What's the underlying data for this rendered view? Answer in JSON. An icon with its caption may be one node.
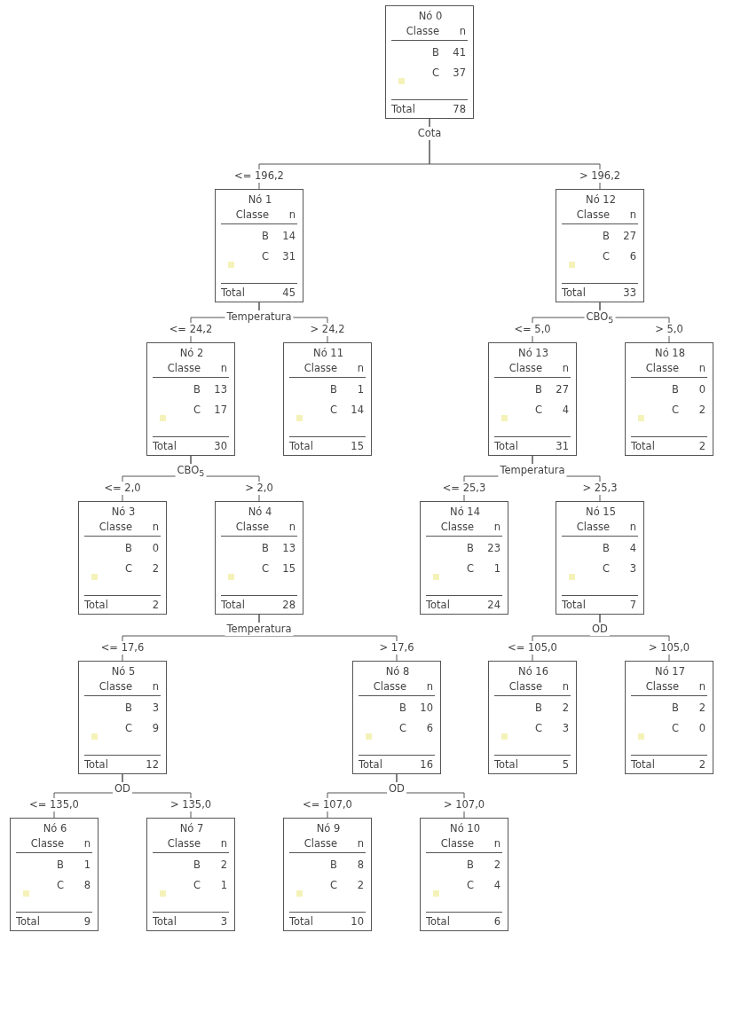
{
  "diagram": {
    "nodes": [
      {
        "text": [
          "Nó 0",
          "Classe",
          "n",
          "B",
          "41",
          "C",
          "37",
          "Total",
          "78"
        ],
        "beside": [
          "Cota"
        ]
      },
      {
        "text": [
          "Nó 1",
          "Classe",
          "n",
          "B",
          "14",
          "C",
          "31",
          "Total",
          "45"
        ],
        "beside": [
          "Temperatura"
        ]
      },
      {
        "text": [
          "Nó 2",
          "Classe",
          "n",
          "B",
          "13",
          "C",
          "17",
          "Total",
          "30"
        ],
        "beside": [
          "CBO$_{5}$"
        ]
      },
      {
        "text": [
          "Nó 3",
          "Classe",
          "n",
          "B",
          "0",
          "C",
          "2",
          "Total",
          "2"
        ]
      },
      {
        "text": [
          "Nó 4",
          "Classe",
          "n",
          "B",
          "13",
          "C",
          "15",
          "Total",
          "28"
        ],
        "beside": [
          "Temperatura"
        ]
      },
      {
        "text": [
          "Nó 5",
          "Classe",
          "n",
          "B",
          "3",
          "C",
          "9",
          "Total",
          "12"
        ],
        "beside": [
          "OD"
        ]
      },
      {
        "text": [
          "Nó 6",
          "Classe",
          "n",
          "B",
          "1",
          "C",
          "8",
          "Total",
          "9"
        ]
      },
      {
        "text": [
          "Nó 7",
          "Classe",
          "n",
          "B",
          "2",
          "C",
          "1",
          "Total",
          "3"
        ]
      },
      {
        "text": [
          "Nó 8",
          "Classe",
          "n",
          "B",
          "10",
          "C",
          "6",
          "Total",
          "16"
        ],
        "beside": [
          "OD"
        ]
      },
      {
        "text": [
          "Nó 9",
          "Classe",
          "n",
          "B",
          "8",
          "C",
          "2",
          "Total",
          "10"
        ]
      },
      {
        "text": [
          "Nó 10",
          "Classe",
          "n",
          "B",
          "2",
          "C",
          "4",
          "Total",
          "6"
        ]
      },
      {
        "text": [
          "Nó 11",
          "Classe",
          "n",
          "B",
          "1",
          "C",
          "14",
          "Total",
          "15"
        ]
      },
      {
        "text": [
          "Nó 12",
          "Classe",
          "n",
          "B",
          "27",
          "C",
          "6",
          "Total",
          "33"
        ],
        "beside": [
          "CBO$_{5}$"
        ]
      },
      {
        "text": [
          "Nó 13",
          "Classe",
          "n",
          "B",
          "27",
          "C",
          "4",
          "Total",
          "31"
        ],
        "beside": [
          "Temperatura"
        ]
      },
      {
        "text": [
          "Nó 14",
          "Classe",
          "n",
          "B",
          "23",
          "C",
          "1",
          "Total",
          "24"
        ]
      },
      {
        "text": [
          "Nó 15",
          "Classe",
          "n",
          "B",
          "4",
          "C",
          "3",
          "Total",
          "7"
        ],
        "beside": [
          "OD"
        ]
      },
      {
        "text": [
          "Nó 16",
          "Classe",
          "n",
          "B",
          "2",
          "C",
          "3",
          "Total",
          "5"
        ]
      },
      {
        "text": [
          "Nó 17",
          "Classe",
          "n",
          "B",
          "2",
          "C",
          "0",
          "Total",
          "2"
        ]
      },
      {
        "text": [
          "Nó 18",
          "Classe",
          "n",
          "B",
          "0",
          "C",
          "2",
          "Total",
          "2"
        ]
      }
    ],
    "edges": [
      {
        "from": 0,
        "to": 1,
        "arrow": "none",
        "label": "<= 196,2"
      },
      {
        "from": 0,
        "to": 12,
        "arrow": "none",
        "label": "> 196,2"
      },
      {
        "from": 1,
        "to": 2,
        "arrow": "none",
        "label": "<= 24,2"
      },
      {
        "from": 1,
        "to": 11,
        "arrow": "none",
        "label": "> 24,2"
      },
      {
        "from": 2,
        "to": 3,
        "arrow": "none",
        "label": "<= 2,0"
      },
      {
        "from": 2,
        "to": 4,
        "arrow": "none",
        "label": "> 2,0"
      },
      {
        "from": 4,
        "to": 5,
        "arrow": "none",
        "label": "<= 17,6"
      },
      {
        "from": 4,
        "to": 8,
        "arrow": "none",
        "label": "> 17,6"
      },
      {
        "from": 5,
        "to": 6,
        "arrow": "none",
        "label": "<= 135,0"
      },
      {
        "from": 5,
        "to": 7,
        "arrow": "none",
        "label": "> 135,0"
      },
      {
        "from": 8,
        "to": 9,
        "arrow": "none",
        "label": "<= 107,0"
      },
      {
        "from": 8,
        "to": 10,
        "arrow": "none",
        "label": "> 107,0"
      },
      {
        "from": 12,
        "to": 13,
        "arrow": "none",
        "label": "<= 5,0"
      },
      {
        "from": 12,
        "to": 18,
        "arrow": "none",
        "label": "> 5,0"
      },
      {
        "from": 13,
        "to": 14,
        "arrow": "none",
        "label": "<= 25,3"
      },
      {
        "from": 13,
        "to": 15,
        "arrow": "none",
        "label": "> 25,3"
      },
      {
        "from": 15,
        "to": 16,
        "arrow": "none",
        "label": "<= 105,0"
      },
      {
        "from": 15,
        "to": 17,
        "arrow": "none",
        "label": "> 105,0"
      }
    ]
  }
}
